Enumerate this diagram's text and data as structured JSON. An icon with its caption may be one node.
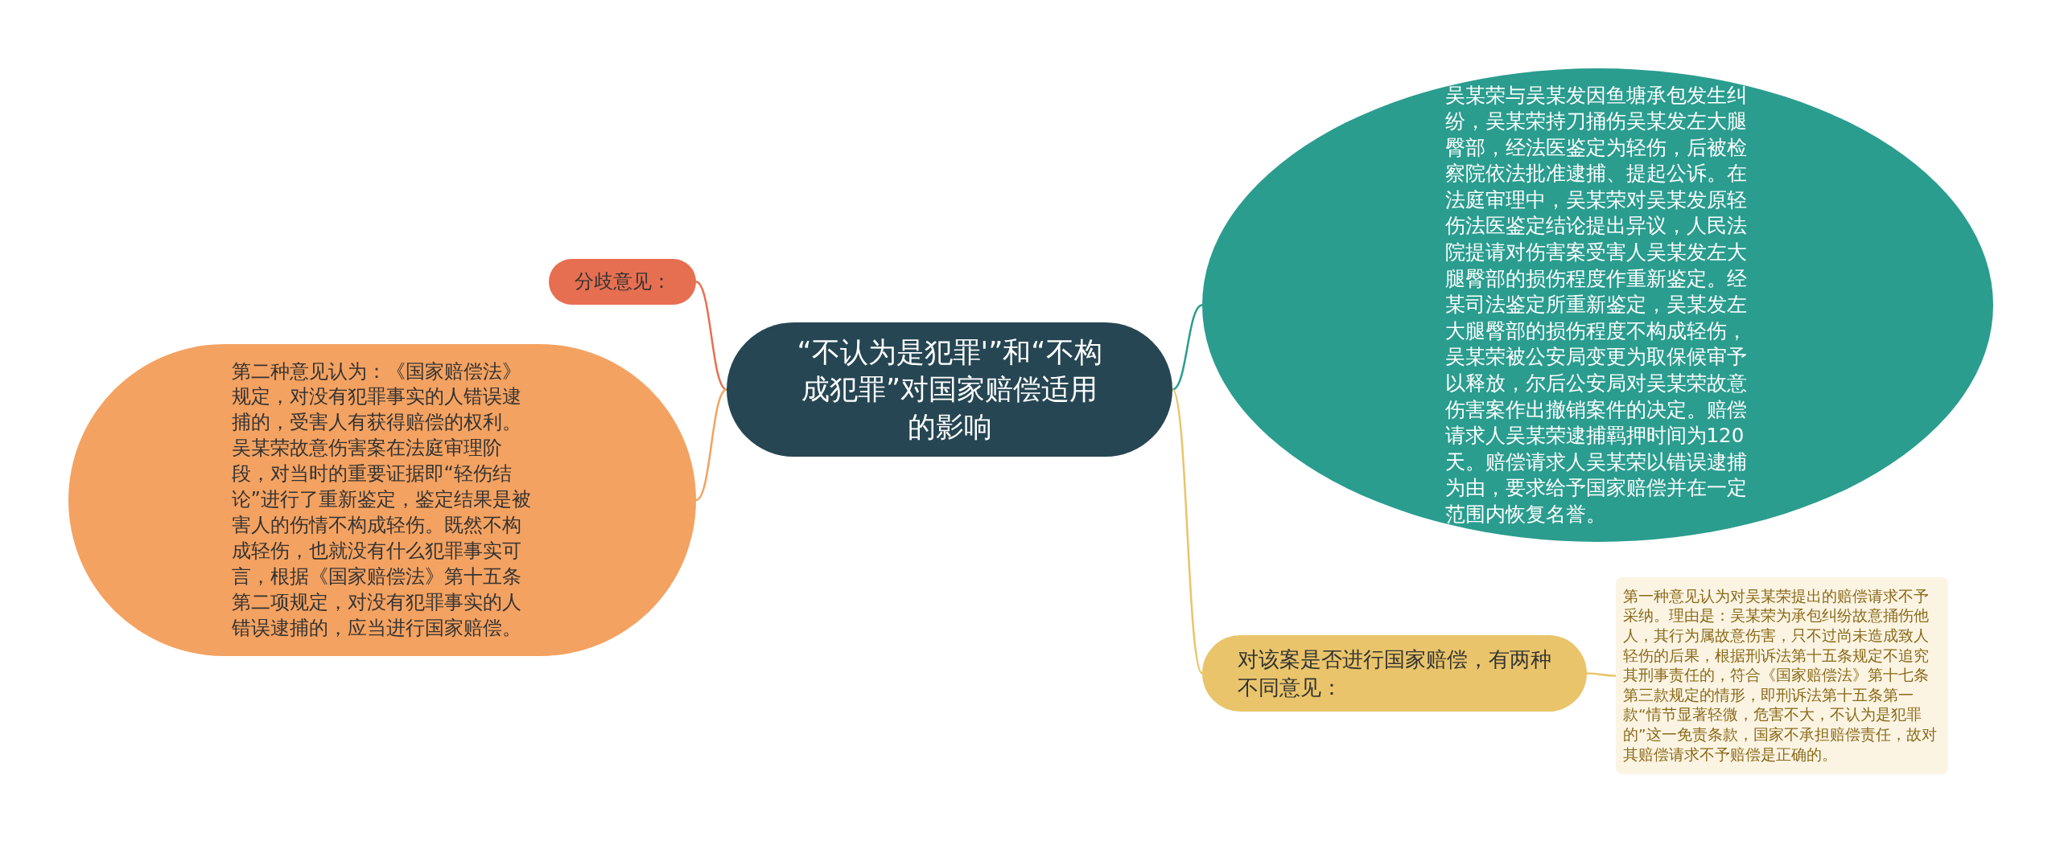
{
  "diagram": {
    "nodes": [
      {
        "text": [
          "“不认为是犯罪'”和“不构成犯罪”对国家赔偿适用的影响"
        ]
      },
      {
        "text": [
          "分歧意见："
        ]
      },
      {
        "text": [
          "第二种意见认为：《国家赔偿法》规定，对没有犯罪事实的人错误逮捕的，受害人有获得赔偿的权利。吴某荣故意伤害案在法庭审理阶段，对当时的重要证据即“轻伤结论”进行了重新鉴定，鉴定结果是被害人的伤情不构成轻伤。既然不构成轻伤，也就没有什么犯罪事实可言，根据《国家赔偿法》第十五条第二项规定，对没有犯罪事实的人错误逮捕的，应当进行国家赔偿。"
        ]
      },
      {
        "text": [
          "吴某荣与吴某发因鱼塘承包发生纠纷，吴某荣持刀捅伤吴某发左大腿臀部，经法医鉴定为轻伤，后被检察院依法批准逮捕、提起公诉。在法庭审理中，吴某荣对吴某发原轻伤法医鉴定结论提出异议，人民法院提请对伤害案受害人吴某发左大腿臀部的损伤程度作重新鉴定。经某司法鉴定所重新鉴定，吴某发左大腿臀部的损伤程度不构成轻伤，吴某荣被公安局变更为取保候审予以释放，尔后公安局对吴某荣故意伤害案作出撤销案件的决定。赔偿请求人吴某荣逮捕羁押时间为120天。赔偿请求人吴某荣以错误逮捕为由，要求给予国家赔偿并在一定范围内恢复名誉。"
        ]
      },
      {
        "text": [
          "对该案是否进行国家赔偿，有两种不同意见："
        ]
      },
      {
        "text": [
          "第一种意见认为对吴某荣提出的赔偿请求不予采纳。理由是：吴某荣为承包纠纷故意捅伤他人，其行为属故意伤害，只不过尚未造成致人轻伤的后果，根据刑诉法第十五条规定不追究其刑事责任的，符合《国家赔偿法》第十七条第三款规定的情形，即刑诉法第十五条第一款“情节显著轻微，危害不大，不认为是犯罪的”这一免责条款，国家不承担赔偿责任，故对其赔偿请求不予赔偿是正确的。"
        ]
      }
    ],
    "edges": [
      {
        "from": 0,
        "to": 1,
        "arrow": "none",
        "color": "#e76f51"
      },
      {
        "from": 0,
        "to": 2,
        "arrow": "none",
        "color": "#f4a261"
      },
      {
        "from": 0,
        "to": 3,
        "arrow": "none",
        "color": "#2a9d8f"
      },
      {
        "from": 0,
        "to": 4,
        "arrow": "none",
        "color": "#e9c46a"
      },
      {
        "from": 4,
        "to": 5,
        "arrow": "none",
        "color": "#e9c46a"
      }
    ]
  }
}
